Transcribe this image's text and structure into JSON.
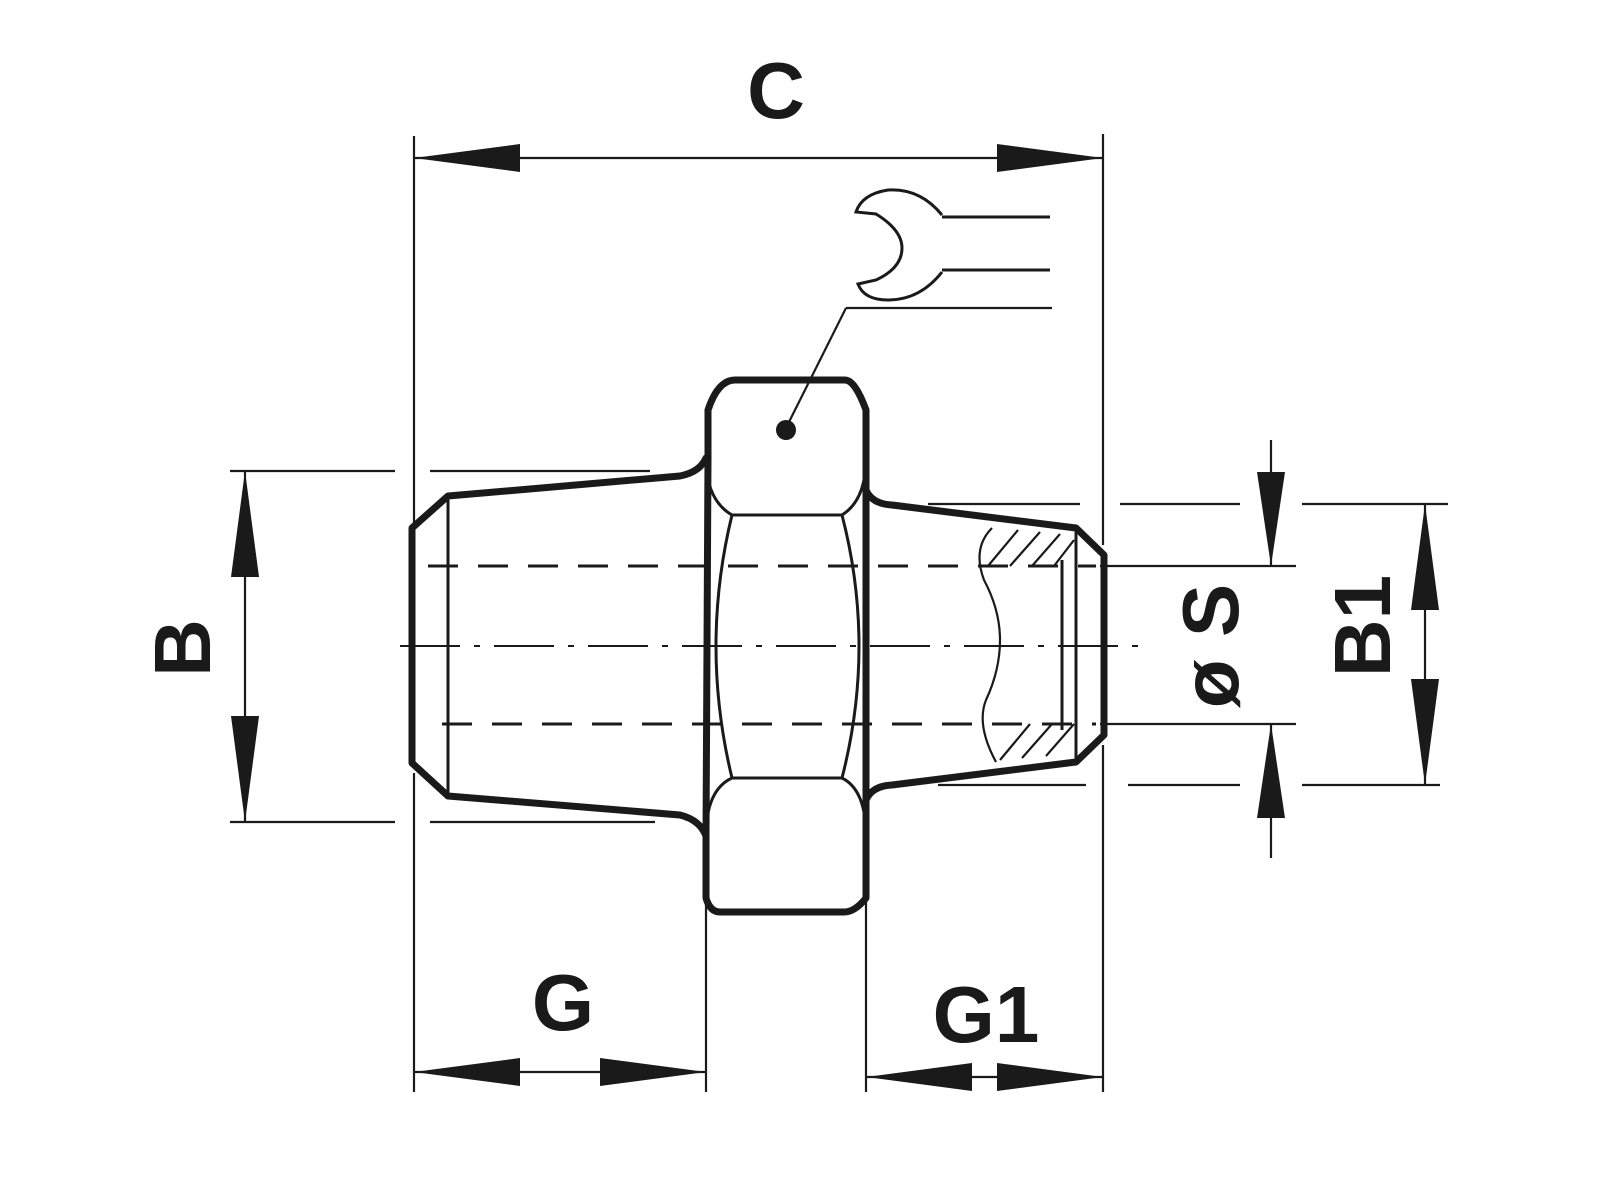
{
  "labels": {
    "c": "C",
    "b": "B",
    "g": "G",
    "g1": "G1",
    "s": "ø S",
    "b1": "B1"
  },
  "colors": {
    "line": "#1a1a1a",
    "background": "#ffffff"
  },
  "icons": {
    "wrench": "wrench-icon"
  }
}
